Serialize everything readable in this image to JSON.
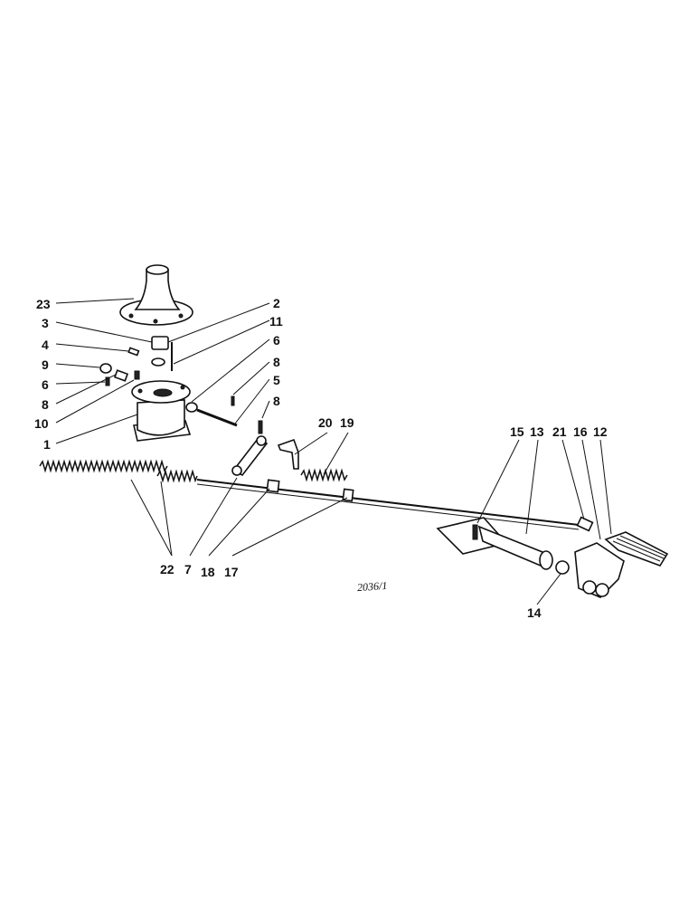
{
  "diagram": {
    "reference_number": "2036/1",
    "callouts": [
      "23",
      "3",
      "4",
      "9",
      "6",
      "8",
      "10",
      "1",
      "2",
      "11",
      "6",
      "8",
      "5",
      "8",
      "20",
      "19",
      "15",
      "13",
      "21",
      "16",
      "12",
      "22",
      "7",
      "18",
      "17",
      "14"
    ]
  }
}
